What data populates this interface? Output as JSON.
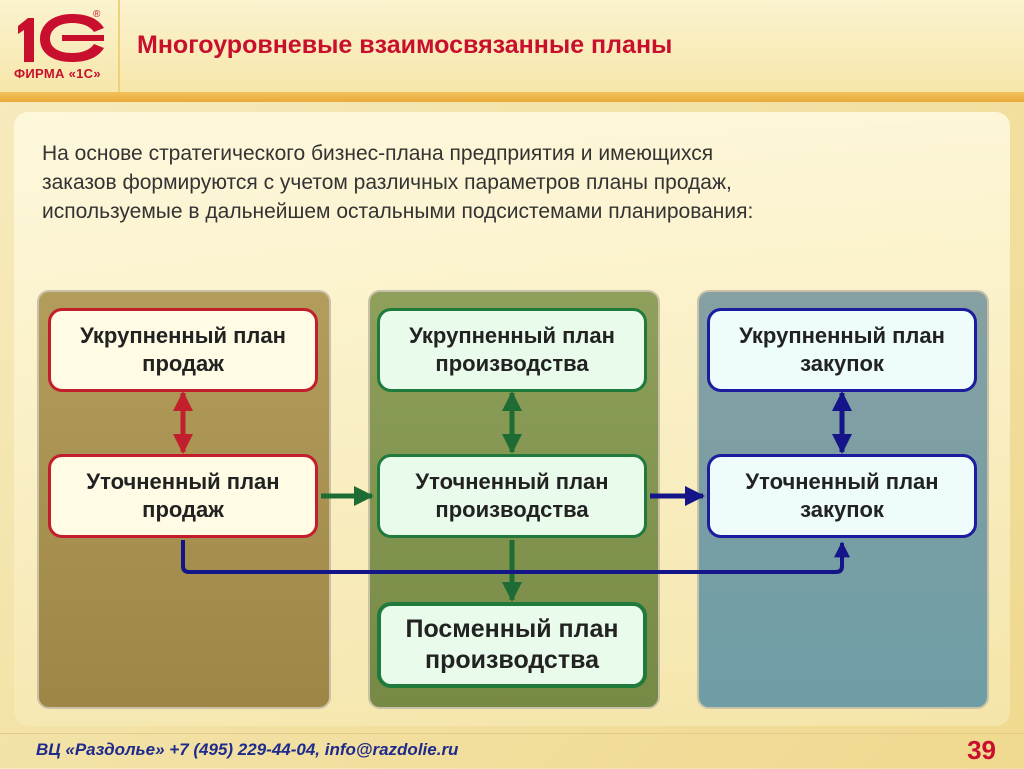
{
  "header": {
    "logo_text": "1С",
    "logo_caption": "ФИРМА «1С»",
    "title": "Многоуровневые взаимосвязанные планы"
  },
  "intro": "На основе стратегического бизнес-плана предприятия и имеющихся заказов формируются с учетом различных параметров планы продаж, используемые в дальнейшем остальными подсистемами планирования:",
  "diagram": {
    "sales": {
      "top": "Укрупненный план\nпродаж",
      "bottom": "Уточненный план\nпродаж"
    },
    "production": {
      "top": "Укрупненный план\nпроизводства",
      "middle": "Уточненный план\nпроизводства",
      "bottom": "Посменный план\nпроизводства"
    },
    "purchasing": {
      "top": "Укрупненный план\nзакупок",
      "bottom": "Уточненный план\nзакупок"
    }
  },
  "colors": {
    "sales_border": "#c21f2c",
    "production_border": "#1f7a3c",
    "purchasing_border": "#1c1c9e",
    "title": "#c8102e"
  },
  "footer": {
    "contacts": "ВЦ «Раздолье»  +7 (495) 229-44-04, info@razdolie.ru",
    "page_number": "39"
  }
}
